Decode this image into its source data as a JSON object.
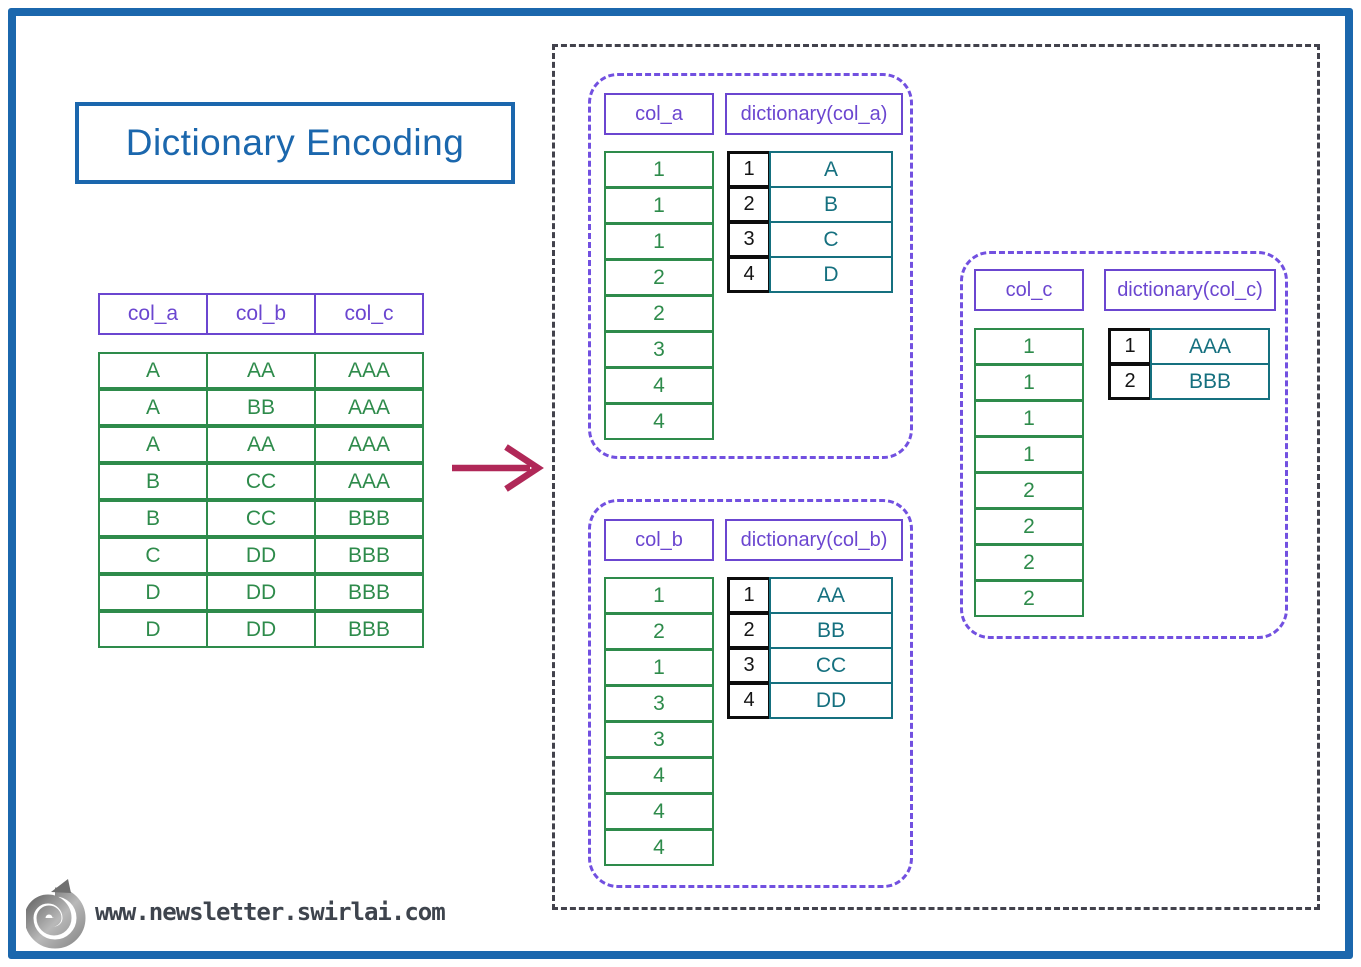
{
  "title": "Dictionary Encoding",
  "source_table": {
    "headers": [
      "col_a",
      "col_b",
      "col_c"
    ],
    "rows": [
      [
        "A",
        "AA",
        "AAA"
      ],
      [
        "A",
        "BB",
        "AAA"
      ],
      [
        "A",
        "AA",
        "AAA"
      ],
      [
        "B",
        "CC",
        "AAA"
      ],
      [
        "B",
        "CC",
        "BBB"
      ],
      [
        "C",
        "DD",
        "BBB"
      ],
      [
        "D",
        "DD",
        "BBB"
      ],
      [
        "D",
        "DD",
        "BBB"
      ]
    ]
  },
  "encoded_groups": [
    {
      "id": "col_a",
      "column_header": "col_a",
      "dictionary_header": "dictionary(col_a)",
      "encoded_values": [
        "1",
        "1",
        "1",
        "2",
        "2",
        "3",
        "4",
        "4"
      ],
      "dictionary": [
        [
          "1",
          "A"
        ],
        [
          "2",
          "B"
        ],
        [
          "3",
          "C"
        ],
        [
          "4",
          "D"
        ]
      ]
    },
    {
      "id": "col_b",
      "column_header": "col_b",
      "dictionary_header": "dictionary(col_b)",
      "encoded_values": [
        "1",
        "2",
        "1",
        "3",
        "3",
        "4",
        "4",
        "4"
      ],
      "dictionary": [
        [
          "1",
          "AA"
        ],
        [
          "2",
          "BB"
        ],
        [
          "3",
          "CC"
        ],
        [
          "4",
          "DD"
        ]
      ]
    },
    {
      "id": "col_c",
      "column_header": "col_c",
      "dictionary_header": "dictionary(col_c)",
      "encoded_values": [
        "1",
        "1",
        "1",
        "1",
        "2",
        "2",
        "2",
        "2"
      ],
      "dictionary": [
        [
          "1",
          "AAA"
        ],
        [
          "2",
          "BBB"
        ]
      ]
    }
  ],
  "footer": {
    "url": "www.newsletter.swirlai.com",
    "logo_icon": "swirl-icon"
  },
  "colors": {
    "frame_blue": "#1b67ad",
    "header_purple": "#6b46d0",
    "group_dash_purple": "#7250e0",
    "value_green": "#2e8b4b",
    "dictionary_teal": "#15707f",
    "key_black": "#0d0d0d",
    "arrow_crimson": "#b02858",
    "outer_dash_gray": "#42424c",
    "footer_text": "#3e444d"
  }
}
